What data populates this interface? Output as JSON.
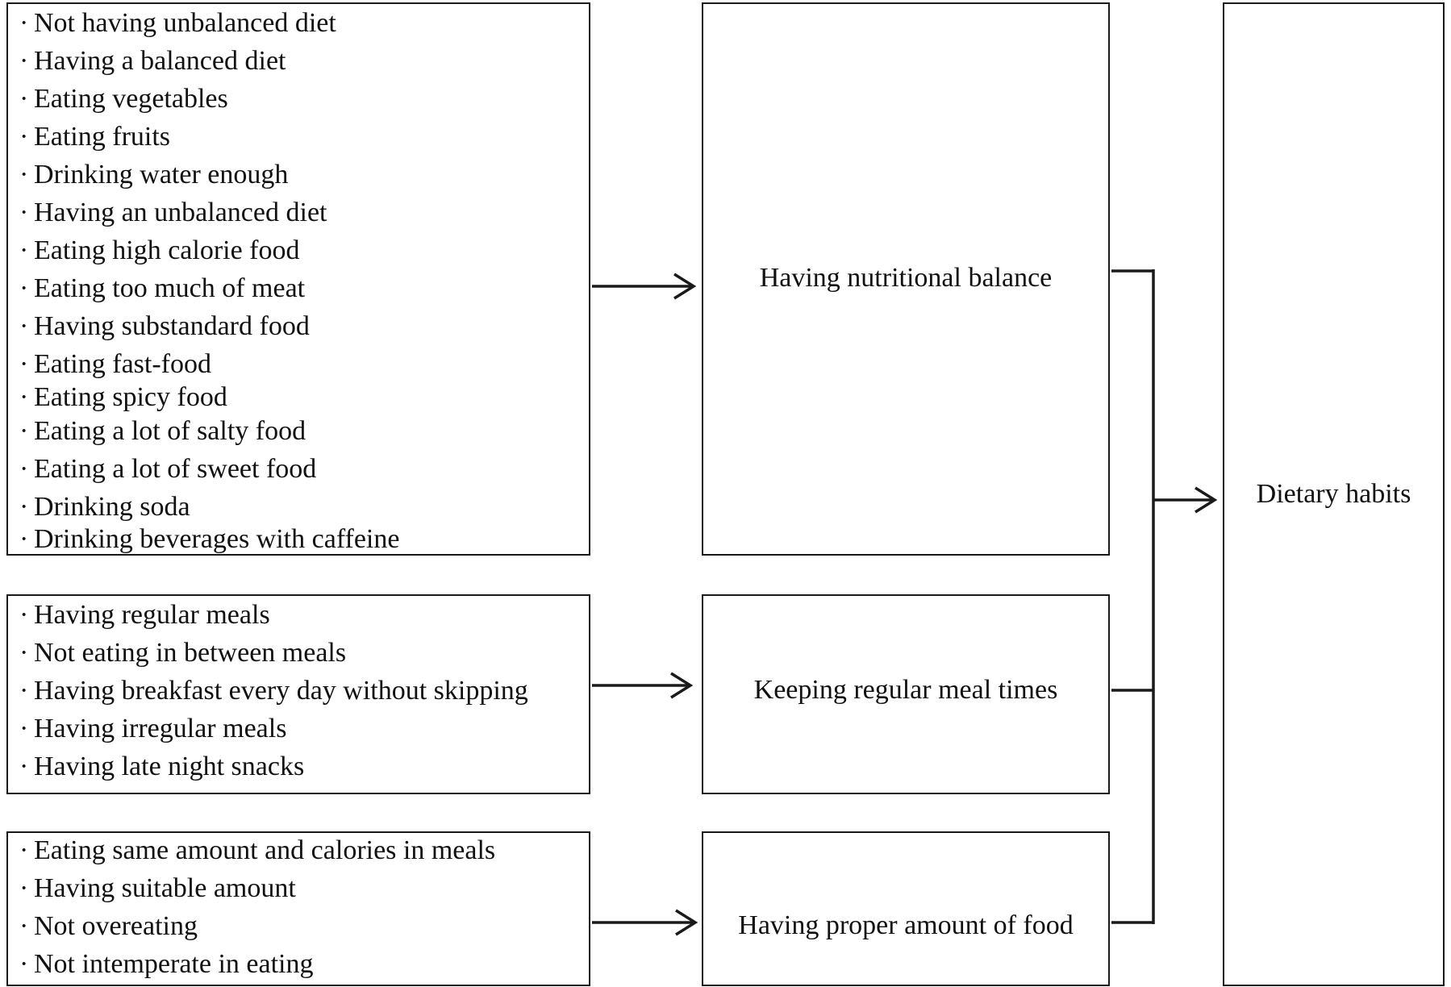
{
  "groups": [
    {
      "items": [
        "Not having unbalanced diet",
        "Having a balanced diet",
        "Eating vegetables",
        "Eating fruits",
        "Drinking water enough",
        "Having an unbalanced diet",
        "Eating high calorie food",
        "Eating too much of meat",
        "Having substandard food",
        "Eating fast-food",
        "Eating spicy food",
        "Eating a lot of salty food",
        "Eating a lot of sweet food",
        "Drinking soda",
        "Drinking beverages with caffeine"
      ],
      "category": "Having nutritional balance"
    },
    {
      "items": [
        "Having regular meals",
        "Not eating in between meals",
        "Having breakfast every day without skipping",
        "Having irregular meals",
        "Having late night snacks"
      ],
      "category": "Keeping regular meal times"
    },
    {
      "items": [
        "Eating same amount and calories in meals",
        "Having suitable amount",
        "Not overeating",
        "Not intemperate in eating"
      ],
      "category": "Having proper amount of food"
    }
  ],
  "outcome": "Dietary habits",
  "bullet": "·"
}
